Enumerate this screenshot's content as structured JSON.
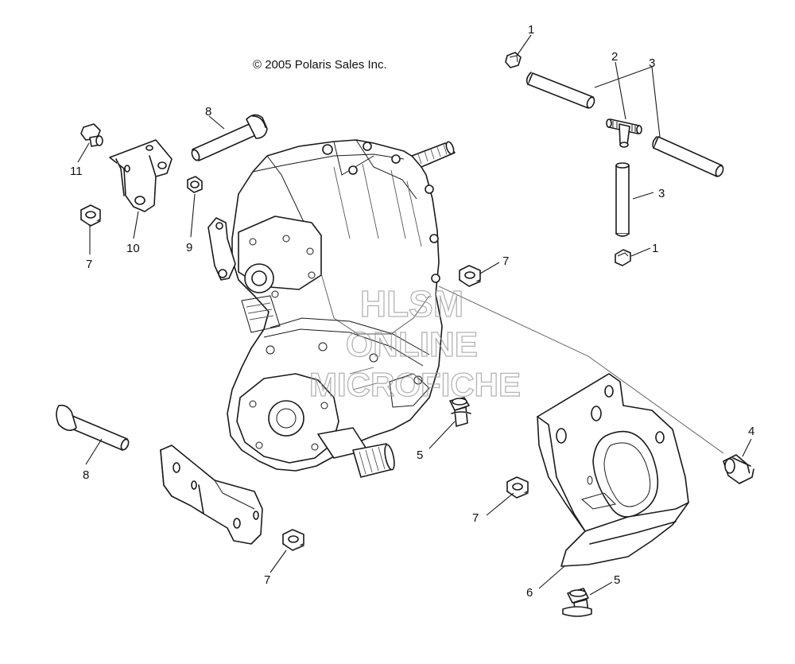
{
  "copyright": "© 2005 Polaris Sales Inc.",
  "watermark": {
    "line1": "HLSM",
    "line2": "ONLINE",
    "line3": "MICROFICHE"
  },
  "callouts": [
    {
      "id": "c1a",
      "label": "1"
    },
    {
      "id": "c2",
      "label": "2"
    },
    {
      "id": "c3a",
      "label": "3"
    },
    {
      "id": "c3b",
      "label": "3"
    },
    {
      "id": "c1b",
      "label": "1"
    },
    {
      "id": "c8a",
      "label": "8"
    },
    {
      "id": "c11",
      "label": "11"
    },
    {
      "id": "c10",
      "label": "10"
    },
    {
      "id": "c9",
      "label": "9"
    },
    {
      "id": "c7a",
      "label": "7"
    },
    {
      "id": "c7b",
      "label": "7"
    },
    {
      "id": "c8b",
      "label": "8"
    },
    {
      "id": "c5a",
      "label": "5"
    },
    {
      "id": "c4",
      "label": "4"
    },
    {
      "id": "c7c",
      "label": "7"
    },
    {
      "id": "c7d",
      "label": "7"
    },
    {
      "id": "c6",
      "label": "6"
    },
    {
      "id": "c5b",
      "label": "5"
    }
  ]
}
